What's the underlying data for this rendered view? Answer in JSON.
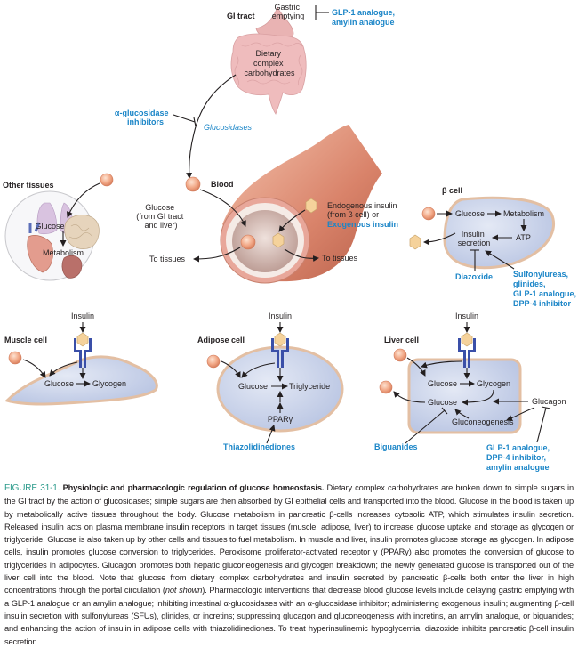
{
  "figure": {
    "regions": {
      "gi_tract": {
        "title": "GI tract",
        "gastric_emptying": [
          "Gastric",
          "emptying"
        ],
        "gastric_drugs": [
          "GLP-1 analogue,",
          "amylin analogue"
        ],
        "content": [
          "Dietary",
          "complex",
          "carbohydrates"
        ],
        "enzyme": "Glucosidases",
        "enzyme_drugs": [
          "α-glucosidase",
          "inhibitors"
        ]
      },
      "other_tissues": {
        "title": "Other tissues",
        "glucose": "Glucose",
        "metabolism": "Metabolism"
      },
      "blood": {
        "title": "Blood",
        "glucose_label": [
          "Glucose",
          "(from GI tract",
          "and liver)"
        ],
        "insulin_label": [
          "Endogenous insulin",
          "(from β cell) or"
        ],
        "exogenous_insulin": "Exogenous insulin",
        "to_tissues_left": "To tissues",
        "to_tissues_right": "To tissues"
      },
      "beta_cell": {
        "title": "β cell",
        "glucose": "Glucose",
        "metabolism": "Metabolism",
        "atp": "ATP",
        "insulin_secretion": [
          "Insulin",
          "secretion"
        ],
        "inhibitor": "Diazoxide",
        "stimulators": [
          "Sulfonylureas,",
          "glinides,",
          "GLP-1 analogue,",
          "DPP-4 inhibitor"
        ]
      },
      "muscle_cell": {
        "title": "Muscle cell",
        "insulin": "Insulin",
        "glucose": "Glucose",
        "glycogen": "Glycogen"
      },
      "adipose_cell": {
        "title": "Adipose cell",
        "insulin": "Insulin",
        "glucose": "Glucose",
        "triglyceride": "Triglyceride",
        "ppar": "PPARγ",
        "drug": "Thiazolidinediones"
      },
      "liver_cell": {
        "title": "Liver cell",
        "insulin": "Insulin",
        "glucose_top": "Glucose",
        "glycogen": "Glycogen",
        "glucose_bottom": "Glucose",
        "gluconeogenesis": "Gluconeogenesis",
        "glucagon": "Glucagon",
        "biguanides": "Biguanides",
        "glucagon_drugs": [
          "GLP-1 analogue,",
          "DPP-4 inhibitor,",
          "amylin analogue"
        ]
      }
    },
    "colors": {
      "drug_text": "#1a85c7",
      "figure_number": "#2a9a8a",
      "cell_fill": "#c9d3ea",
      "cell_border": "#e3bfa3",
      "receptor": "#3a4fa8",
      "glucose_ball": "#f2a988",
      "insulin_hex": "#f5d29b"
    }
  },
  "caption": {
    "number": "FIGURE 31-1.",
    "title": "Physiologic and pharmacologic regulation of glucose homeostasis.",
    "text_1": " Dietary complex carbohydrates are broken down to simple sugars in the GI tract by the action of glucosidases; simple sugars are then absorbed by GI epithelial cells and transported into the blood. Glucose in the blood is taken up by metabolically active tissues throughout the body. Glucose metabolism in pancreatic β-cells increases cytosolic ATP, which stimulates insulin secretion. Released insulin acts on plasma membrane insulin receptors in target tissues (muscle, adipose, liver) to increase glucose uptake and storage as glycogen or triglyceride. Glucose is also taken up by other cells and tissues to fuel metabolism. In muscle and liver, insulin promotes glucose storage as glycogen. In adipose cells, insulin promotes glucose conversion to triglycerides. Peroxisome proliferator-activated receptor γ (PPARγ) also promotes the conversion of glucose to triglycerides in adipocytes. Glucagon promotes both hepatic gluconeogenesis and glycogen breakdown; the newly generated glucose is transported out of the liver cell into the blood. Note that glucose from dietary complex carbohydrates and insulin secreted by pancreatic β-cells both enter the liver in high concentrations through the portal circulation (",
    "text_italic": "not shown",
    "text_2": "). Pharmacologic interventions that decrease blood glucose levels include delaying gastric emptying with a GLP-1 analogue or an amylin analogue; inhibiting intestinal α-glucosidases with an α-glucosidase inhibitor; administering exogenous insulin; augmenting β-cell insulin secretion with sulfonylureas (SFUs), glinides, or incretins; suppressing glucagon and gluconeogenesis with incretins, an amylin analogue, or biguanides; and enhancing the action of insulin in adipose cells with thiazolidinediones. To treat hyperinsulinemic hypoglycemia, diazoxide inhibits pancreatic β-cell insulin secretion."
  }
}
